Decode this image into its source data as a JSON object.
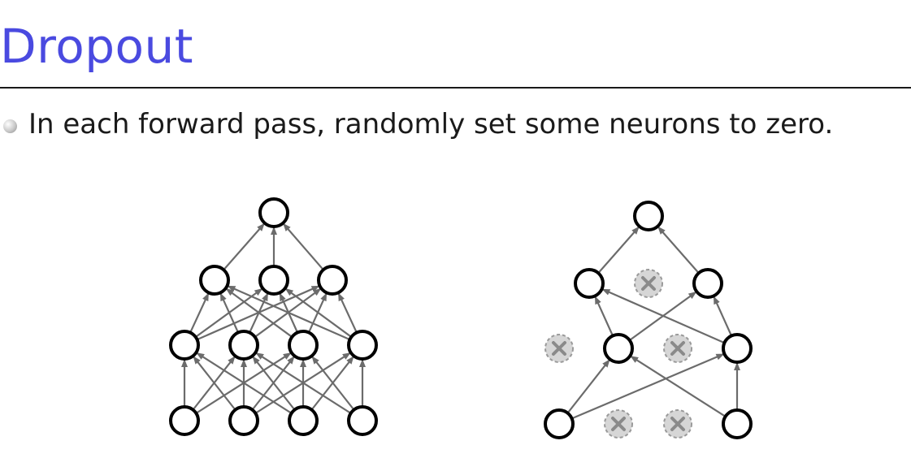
{
  "slide": {
    "title": "Dropout",
    "bullets": [
      {
        "text": "In each forward pass, randomly set some neurons to zero.",
        "icon": "bullet-dot-icon"
      }
    ]
  },
  "colors": {
    "title": "#4a4ae0",
    "node_stroke": "#000000",
    "edge": "#6b6b6b",
    "dropped_fill": "#d6d6d6",
    "dropped_stroke": "#9a9a9a",
    "dropped_x": "#8a8a8a"
  },
  "diagrams": [
    {
      "name": "full-network",
      "layers": [
        {
          "nodes": 4,
          "dropped": []
        },
        {
          "nodes": 4,
          "dropped": []
        },
        {
          "nodes": 3,
          "dropped": []
        },
        {
          "nodes": 1,
          "dropped": []
        }
      ],
      "edges": [
        [
          0,
          0,
          1,
          0
        ],
        [
          0,
          0,
          1,
          1
        ],
        [
          0,
          0,
          1,
          2
        ],
        [
          0,
          1,
          1,
          0
        ],
        [
          0,
          1,
          1,
          1
        ],
        [
          0,
          1,
          1,
          2
        ],
        [
          0,
          1,
          1,
          3
        ],
        [
          0,
          2,
          1,
          0
        ],
        [
          0,
          2,
          1,
          1
        ],
        [
          0,
          2,
          1,
          2
        ],
        [
          0,
          2,
          1,
          3
        ],
        [
          0,
          3,
          1,
          1
        ],
        [
          0,
          3,
          1,
          2
        ],
        [
          0,
          3,
          1,
          3
        ],
        [
          1,
          0,
          2,
          0
        ],
        [
          1,
          0,
          2,
          1
        ],
        [
          1,
          0,
          2,
          2
        ],
        [
          1,
          1,
          2,
          0
        ],
        [
          1,
          1,
          2,
          1
        ],
        [
          1,
          1,
          2,
          2
        ],
        [
          1,
          2,
          2,
          0
        ],
        [
          1,
          2,
          2,
          1
        ],
        [
          1,
          2,
          2,
          2
        ],
        [
          1,
          3,
          2,
          0
        ],
        [
          1,
          3,
          2,
          1
        ],
        [
          1,
          3,
          2,
          2
        ],
        [
          2,
          0,
          3,
          0
        ],
        [
          2,
          1,
          3,
          0
        ],
        [
          2,
          2,
          3,
          0
        ]
      ]
    },
    {
      "name": "dropout-network",
      "layers": [
        {
          "nodes": 4,
          "dropped": [
            1,
            2
          ]
        },
        {
          "nodes": 4,
          "dropped": [
            0,
            2
          ]
        },
        {
          "nodes": 3,
          "dropped": [
            1
          ]
        },
        {
          "nodes": 1,
          "dropped": []
        }
      ],
      "edges": [
        [
          0,
          0,
          1,
          1
        ],
        [
          0,
          0,
          1,
          3
        ],
        [
          0,
          3,
          1,
          1
        ],
        [
          0,
          3,
          1,
          3
        ],
        [
          1,
          1,
          2,
          0
        ],
        [
          1,
          1,
          2,
          2
        ],
        [
          1,
          3,
          2,
          0
        ],
        [
          1,
          3,
          2,
          2
        ],
        [
          2,
          0,
          3,
          0
        ],
        [
          2,
          2,
          3,
          0
        ]
      ]
    }
  ]
}
